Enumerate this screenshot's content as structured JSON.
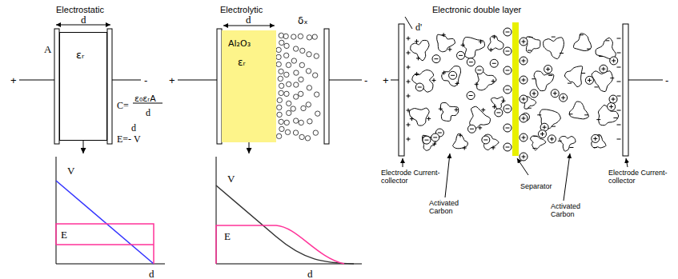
{
  "diagram": {
    "nodes": [
      {
        "text": [
          "εᵣ"
        ]
      },
      {
        "text": [
          "V",
          "E",
          "d"
        ]
      },
      {
        "text": [
          "Al₂O₃",
          "εᵣ"
        ]
      },
      {
        "text": [
          "V",
          "E",
          "d"
        ]
      }
    ],
    "edges": [
      {
        "from": 0,
        "to": 1,
        "arrow": "to"
      },
      {
        "from": 2,
        "to": 3,
        "arrow": "to"
      }
    ],
    "labels": [
      "Electrostatic",
      "d",
      "A",
      "+",
      "-",
      "C=",
      "ε₀εᵣA",
      "d",
      "d",
      "E=- V",
      "Electrolytic",
      "d",
      "δₓ",
      "+",
      "-",
      "Electronic double layer",
      "d'",
      "+",
      "-",
      "Electrode Current-collector",
      "Activated Carbon",
      "Separator",
      "Activated Carbon",
      "Electrode Current-collector"
    ]
  }
}
